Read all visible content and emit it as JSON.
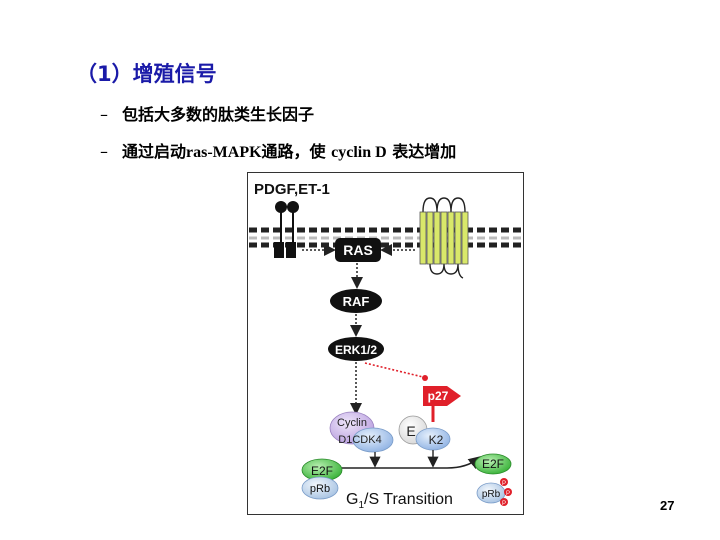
{
  "slide": {
    "heading": "（1）增殖信号",
    "bullets": [
      {
        "dash": "–",
        "text": "包括大多数的肽类生长因子"
      },
      {
        "dash": "–",
        "text_cn1": "通过启动",
        "text_latin1": "ras-MAPK",
        "text_cn2": "通路，使 ",
        "text_latin2": "cyclin D",
        "text_cn3": " 表达增加"
      }
    ],
    "page_number": "27"
  },
  "diagram": {
    "ligands": "PDGF,ET-1",
    "ras": "RAS",
    "raf": "RAF",
    "erk": "ERK1/2",
    "p27": "p27",
    "cyclin": "Cyclin",
    "d1cdk4": "D1CDK4",
    "e_letter": "E",
    "k2": "K2",
    "e2f_left": "E2F",
    "prb_left": "pRb",
    "e2f_right": "E2F",
    "prb_right": "pRb",
    "p_mark": "P",
    "transition_g": "G",
    "transition_sub": "1",
    "transition_rest": "/S Transition",
    "colors": {
      "heading": "#1a1aa8",
      "ras_box": "#111111",
      "p27": "#e0202a",
      "cyclin": "#c9b3e8",
      "cdk4": "#a9c6ee",
      "e2f": "#4ec34e",
      "prb": "#bcd4ec",
      "receptor": "#d9e86a"
    }
  }
}
